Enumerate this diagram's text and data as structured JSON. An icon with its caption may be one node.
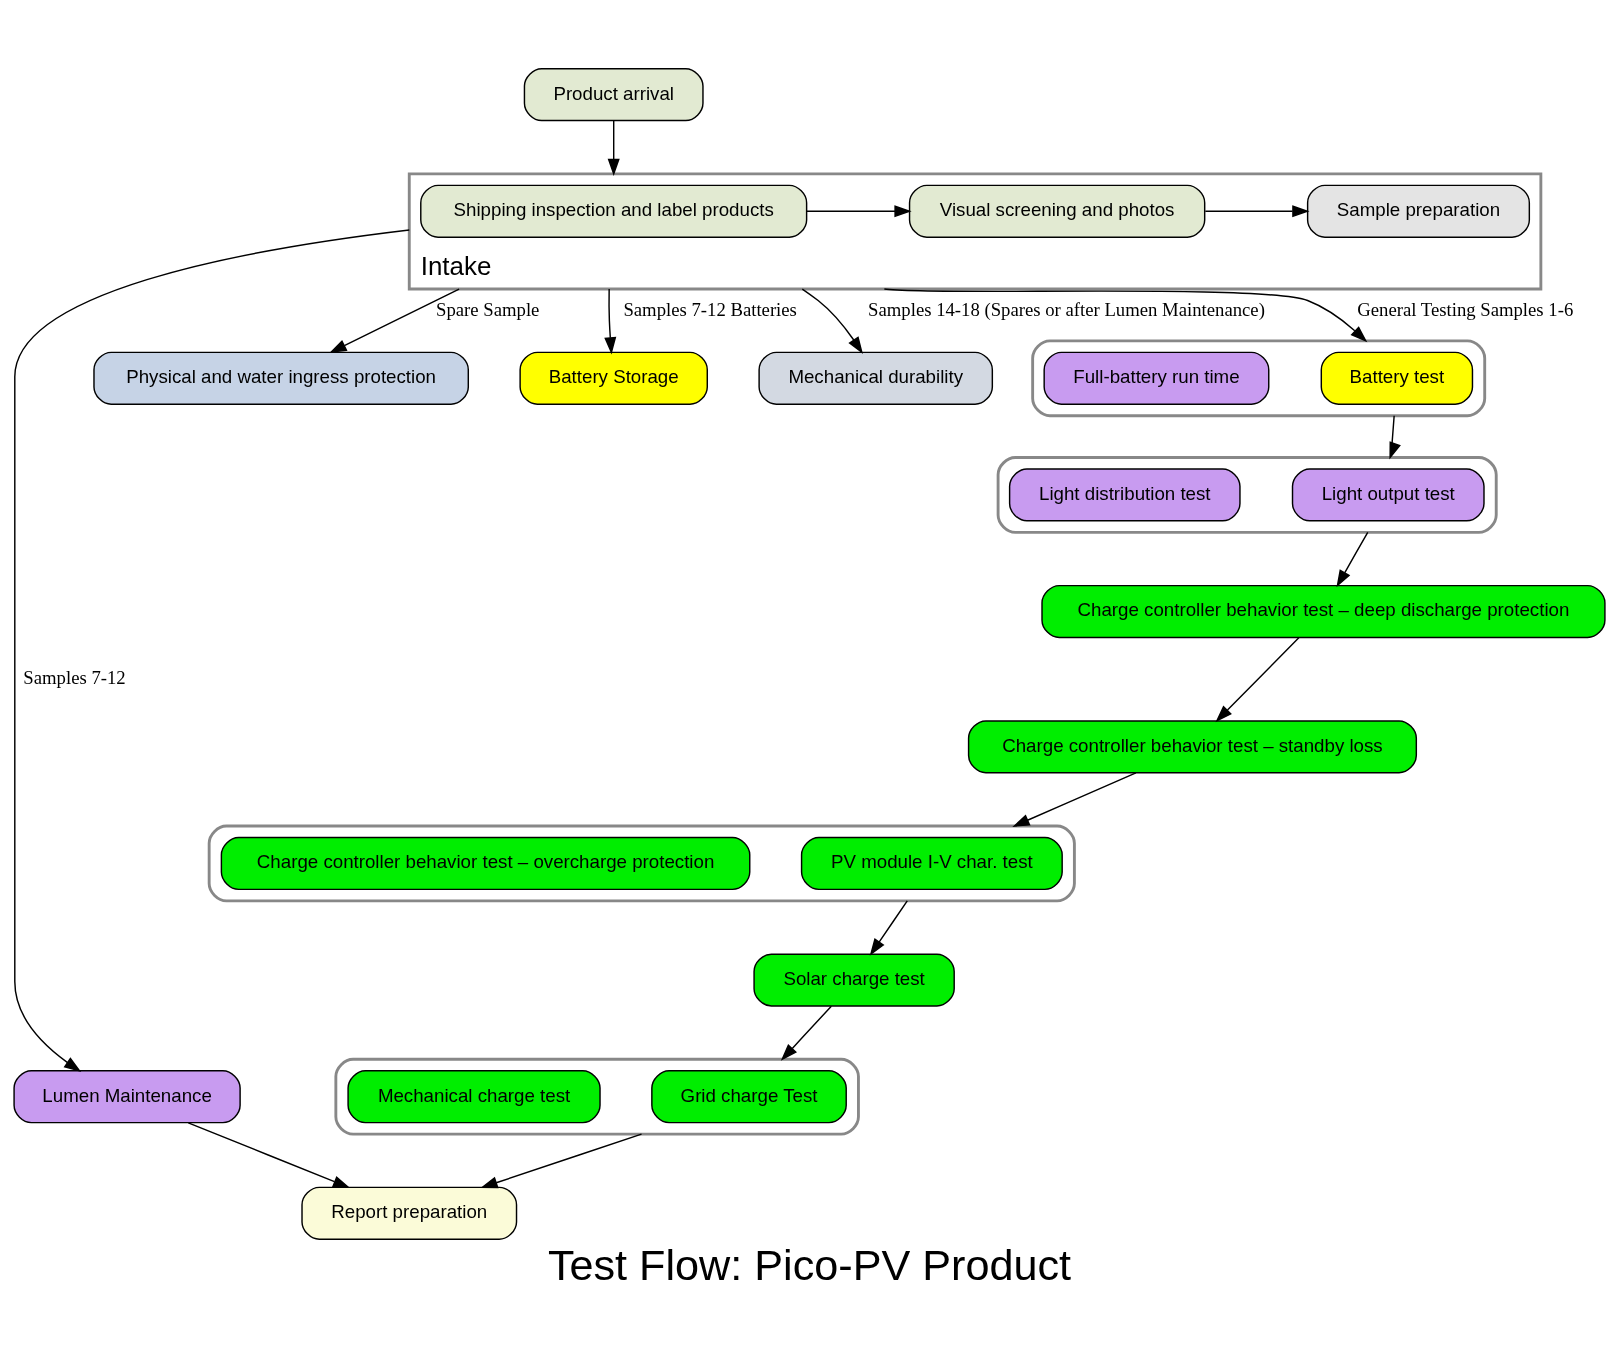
{
  "diagram": {
    "title": "Test Flow: Pico-PV Product",
    "nodes": [
      {
        "text": [
          "Product arrival"
        ]
      },
      {
        "text": [
          "Intake"
        ]
      },
      {
        "text": [
          "Shipping inspection and label products"
        ],
        "in": 1
      },
      {
        "text": [
          "Visual screening and photos"
        ],
        "in": 1
      },
      {
        "text": [
          "Sample preparation"
        ],
        "in": 1
      },
      {
        "text": [
          "Lumen Maintenance"
        ]
      },
      {
        "text": [
          "Physical and water ingress protection"
        ]
      },
      {
        "text": [
          "Battery Storage"
        ]
      },
      {
        "text": [
          "Mechanical durability"
        ]
      },
      {
        "text": [],
        "shape": "box"
      },
      {
        "text": [
          "Battery test"
        ],
        "in": 9
      },
      {
        "text": [
          "Full-battery run time"
        ],
        "in": 9
      },
      {
        "text": [],
        "shape": "box"
      },
      {
        "text": [
          "Light output test"
        ],
        "in": 12
      },
      {
        "text": [
          "Light distribution test"
        ],
        "in": 12
      },
      {
        "text": [
          "Charge controller behavior test – deep discharge protection"
        ]
      },
      {
        "text": [
          "Charge controller behavior test – standby loss"
        ]
      },
      {
        "text": [],
        "shape": "box"
      },
      {
        "text": [
          "PV module I-V char. test"
        ],
        "in": 17
      },
      {
        "text": [
          "Charge controller behavior test – overcharge protection"
        ],
        "in": 17
      },
      {
        "text": [
          "Solar charge test"
        ]
      },
      {
        "text": [],
        "shape": "box"
      },
      {
        "text": [
          "Grid charge Test"
        ],
        "in": 21
      },
      {
        "text": [
          "Mechanical charge test"
        ],
        "in": 21
      },
      {
        "text": [
          "Report preparation"
        ]
      }
    ],
    "edges": [
      {
        "from": 0,
        "to": 1,
        "arrow": "to"
      },
      {
        "from": 2,
        "to": 3,
        "arrow": "to"
      },
      {
        "from": 3,
        "to": 4,
        "arrow": "to"
      },
      {
        "from": 1,
        "to": 9,
        "arrow": "to",
        "label": "General Testing Samples 1-6"
      },
      {
        "from": 1,
        "to": 5,
        "arrow": "to",
        "label": "Samples 7-12"
      },
      {
        "from": 1,
        "to": 7,
        "arrow": "to",
        "label": "Samples 7-12 Batteries"
      },
      {
        "from": 1,
        "to": 6,
        "arrow": "to",
        "label": "Spare Sample"
      },
      {
        "from": 1,
        "to": 8,
        "arrow": "to",
        "label": "Samples 14-18 (Spares or after Lumen Maintenance)"
      },
      {
        "from": 9,
        "to": 12,
        "arrow": "to"
      },
      {
        "from": 12,
        "to": 15,
        "arrow": "to"
      },
      {
        "from": 15,
        "to": 16,
        "arrow": "to"
      },
      {
        "from": 16,
        "to": 17,
        "arrow": "to"
      },
      {
        "from": 17,
        "to": 20,
        "arrow": "to"
      },
      {
        "from": 20,
        "to": 21,
        "arrow": "to"
      },
      {
        "from": 21,
        "to": 24,
        "arrow": "to"
      },
      {
        "from": 5,
        "to": 24,
        "arrow": "to"
      }
    ]
  }
}
